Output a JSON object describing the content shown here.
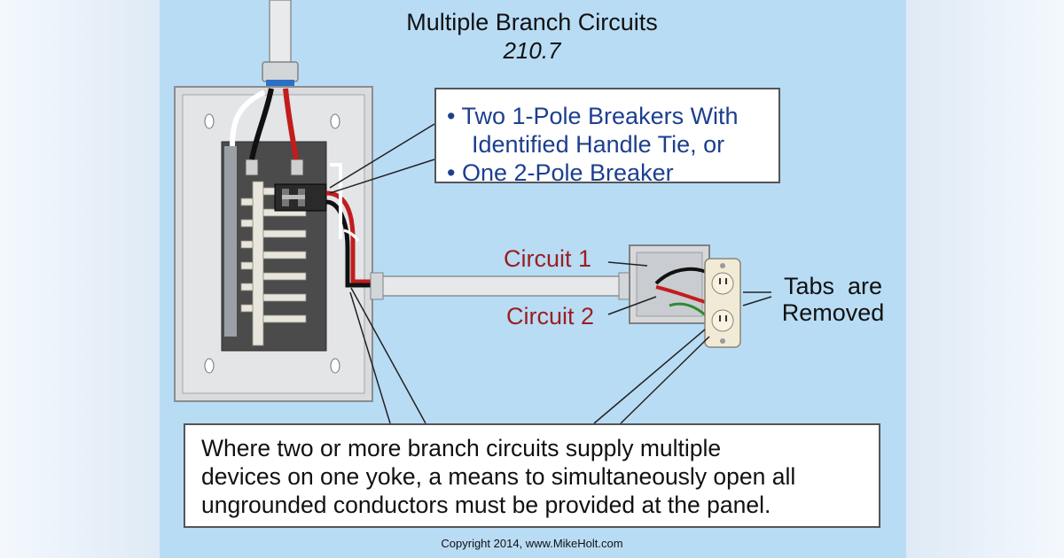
{
  "title": "Multiple Branch Circuits",
  "subtitle": "210.7",
  "callout_top": {
    "lines": [
      "• Two 1-Pole Breakers With",
      "Identified Handle Tie, or",
      "• One 2-Pole Breaker"
    ]
  },
  "labels": {
    "circuit1": "Circuit 1",
    "circuit2": "Circuit 2",
    "tabs_line1": "Tabs  are",
    "tabs_line2": "Removed"
  },
  "callout_bottom": {
    "lines": [
      "Where two or more branch circuits supply multiple",
      "devices on one yoke, a means to simultaneously open all",
      "ungrounded conductors must be provided at the panel."
    ]
  },
  "copyright": "Copyright 2014, www.MikeHolt.com",
  "colors": {
    "background": "#b9dcf5",
    "callout_text": "#1c3f8f",
    "circuit_label": "#9b1e1e",
    "panel_enclosure": "#d9dbdd",
    "panel_interior": "#4b4b4b",
    "wire_red": "#c21d1d",
    "wire_black": "#111111",
    "wire_green": "#2f8a2f"
  }
}
